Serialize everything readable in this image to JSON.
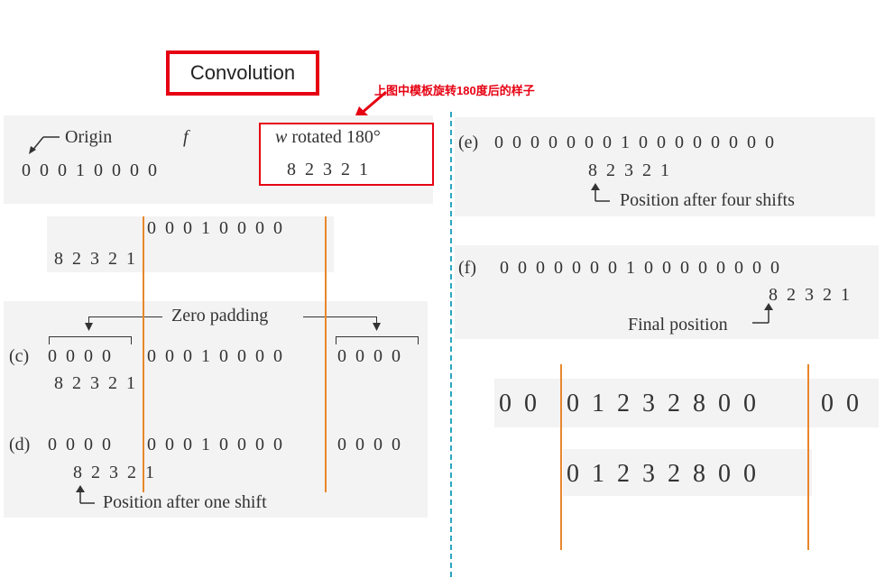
{
  "title": "Convolution",
  "annotation": "上图中模板旋转180度后的样子",
  "top_left": {
    "origin_label": "Origin",
    "f_label": "f",
    "w_label": "w",
    "w_rotated_label": "rotated 180°",
    "f_values": "0  0  0  1  0  0  0  0",
    "w_values": "8  2  3  2  1"
  },
  "row_b": {
    "f_values": "0  0  0  1  0  0  0  0",
    "w_values": "8  2  3  2  1"
  },
  "zero_padding_label": "Zero padding",
  "row_c": {
    "label": "(c)",
    "pad_left": "0  0  0  0",
    "f_values": "0  0  0  1  0  0  0  0",
    "pad_right": "0  0  0  0",
    "w_values": "8  2  3  2  1"
  },
  "row_d": {
    "label": "(d)",
    "pad_left": "0  0  0  0",
    "f_values": "0  0  0  1  0  0  0  0",
    "pad_right": "0  0  0  0",
    "w_values": "8  2  3  2  1",
    "caption": "Position after one shift"
  },
  "row_e": {
    "label": "(e)",
    "values": "0  0  0  0  0  0  0  1  0  0  0  0  0  0  0  0",
    "w_values": "8  2  3  2  1",
    "caption": "Position after four shifts"
  },
  "row_f": {
    "label": "(f)",
    "values": "0  0  0  0  0  0  0  1  0  0  0  0  0  0  0  0",
    "w_values": "8  2  3  2  1",
    "caption": "Final position"
  },
  "result": {
    "full_left": "0  0",
    "full_mid": "0  1  2  3  2  8  0  0",
    "full_right": "0  0",
    "cropped": "0  1  2  3  2  8  0  0"
  }
}
